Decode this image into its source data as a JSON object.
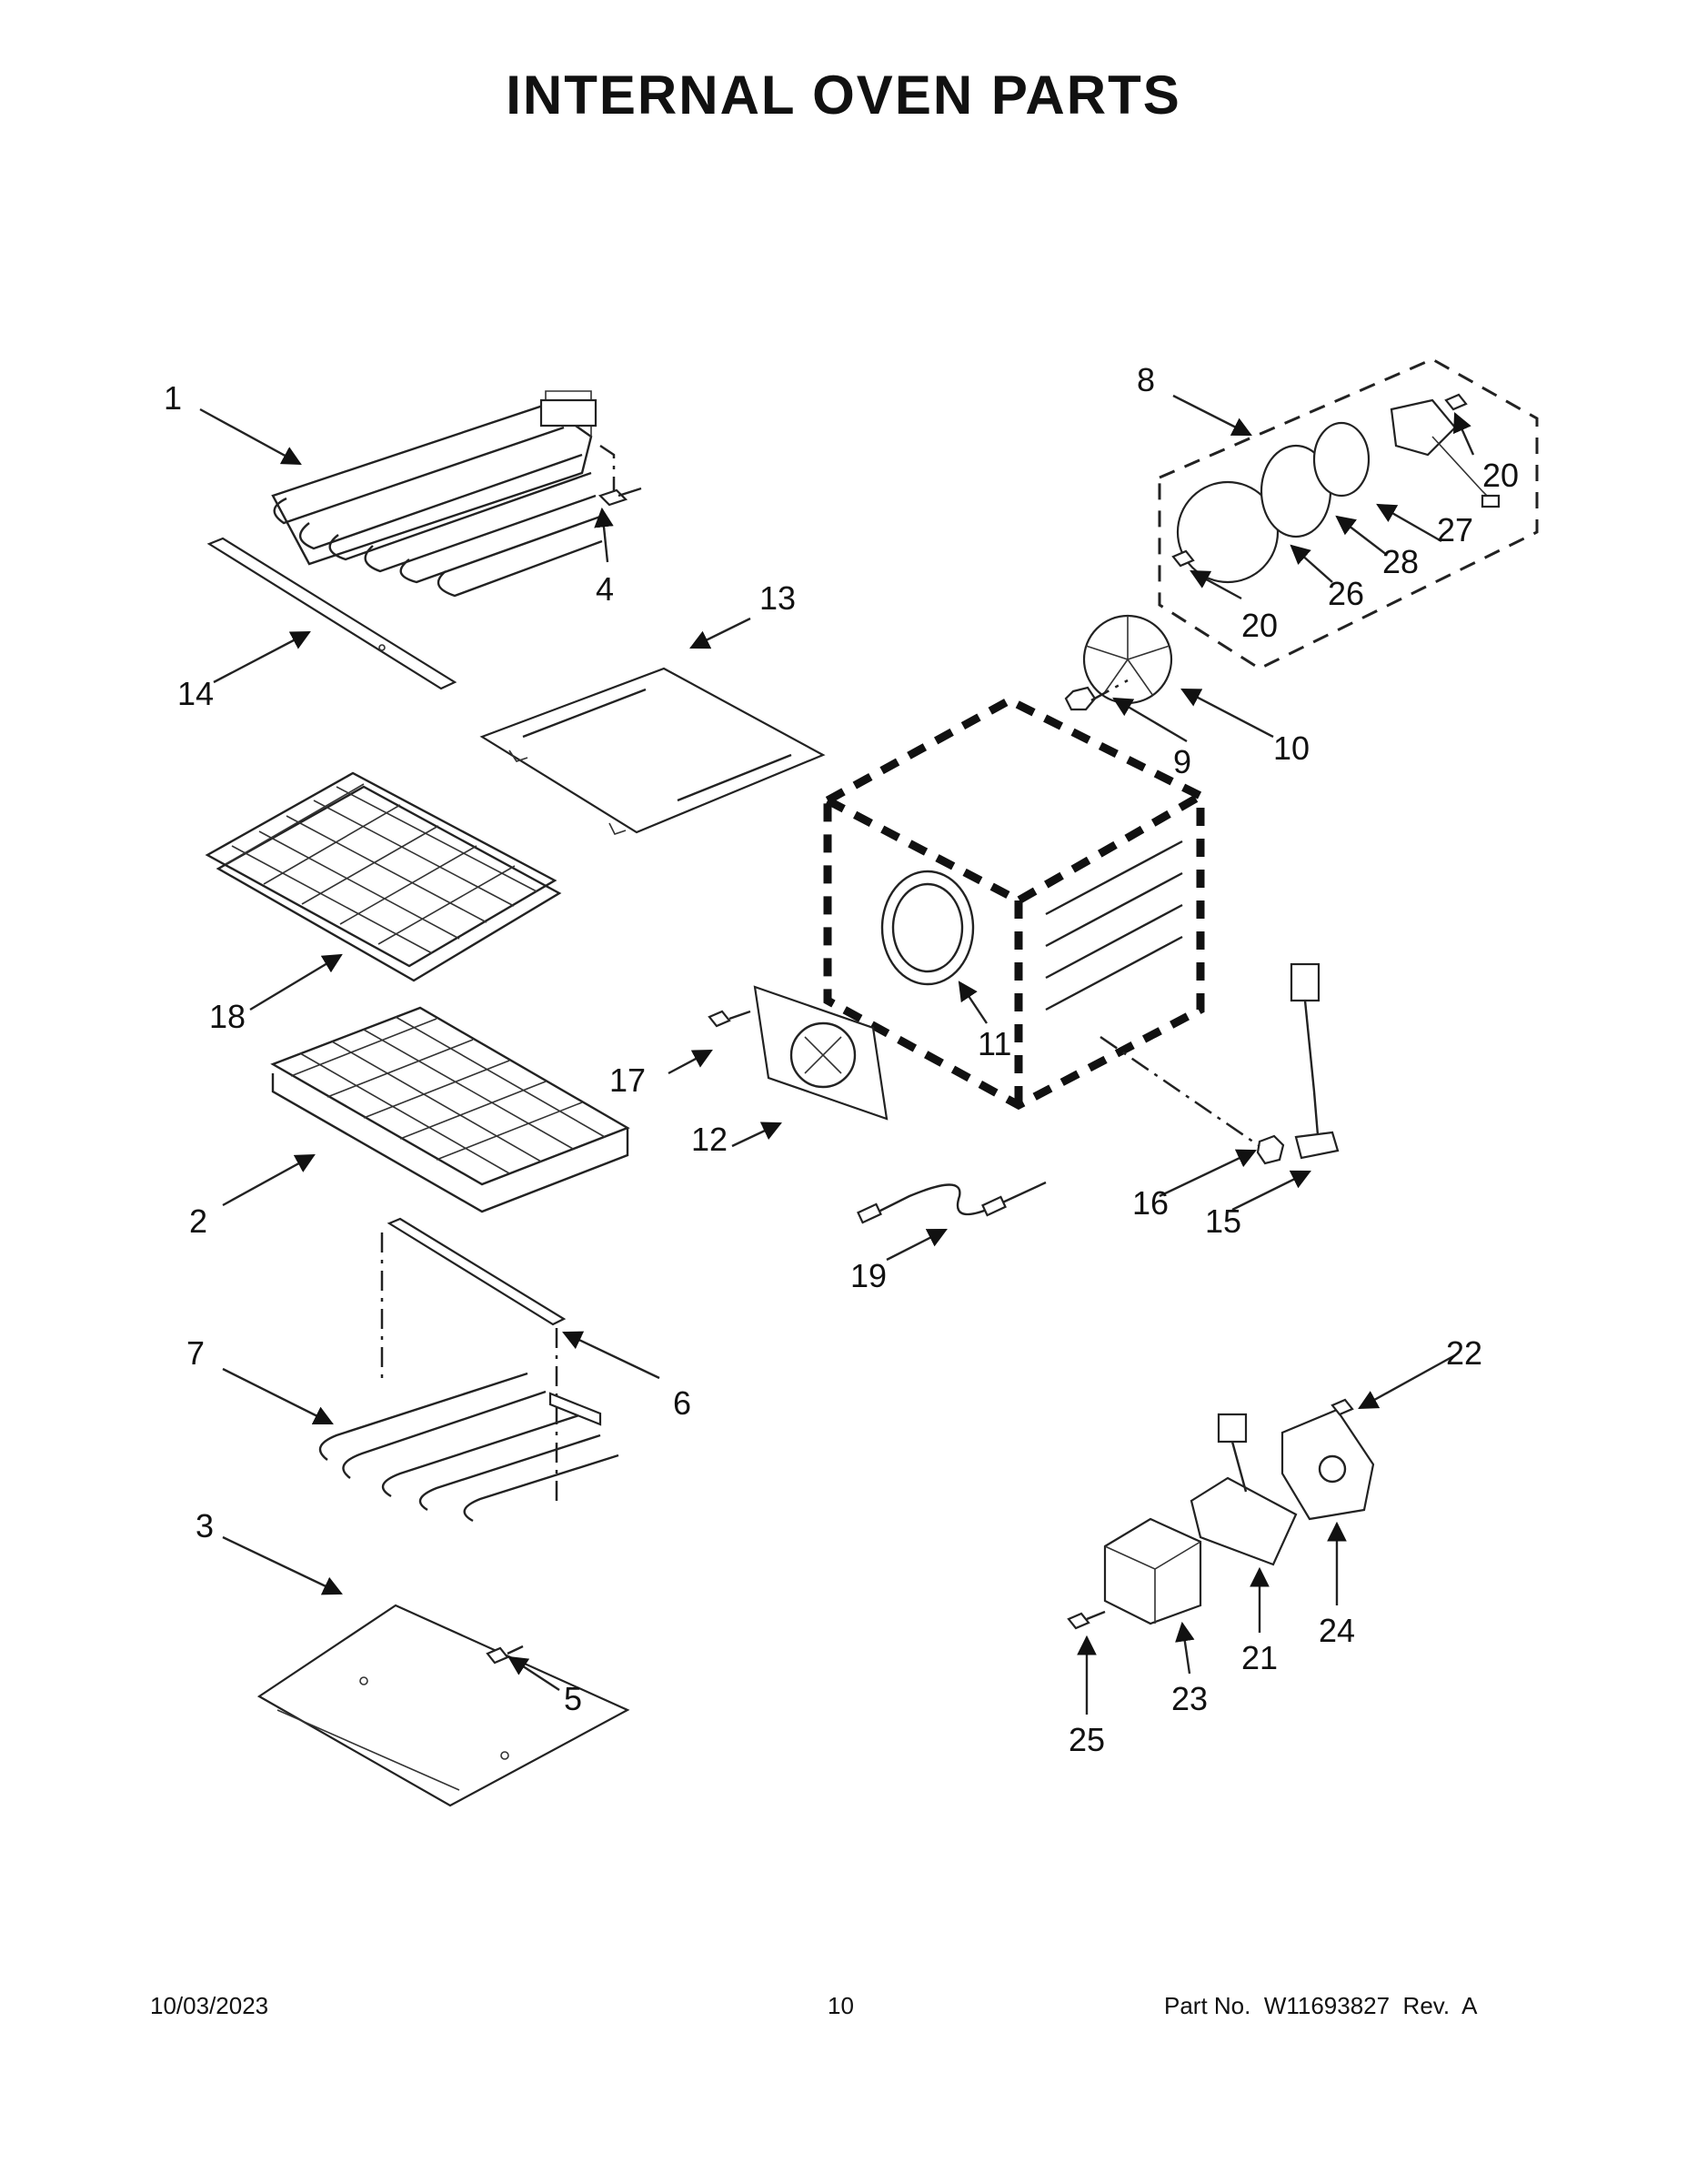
{
  "page": {
    "title": "INTERNAL OVEN PARTS"
  },
  "callouts": [
    "1",
    "2",
    "3",
    "4",
    "5",
    "6",
    "7",
    "8",
    "9",
    "10",
    "11",
    "12",
    "13",
    "14",
    "15",
    "16",
    "17",
    "18",
    "19",
    "20",
    "20",
    "21",
    "22",
    "23",
    "24",
    "25",
    "26",
    "27",
    "28"
  ],
  "footer": {
    "date": "10/03/2023",
    "page_number": "10",
    "part_no": "Part No.  W11693827  Rev.  A"
  }
}
